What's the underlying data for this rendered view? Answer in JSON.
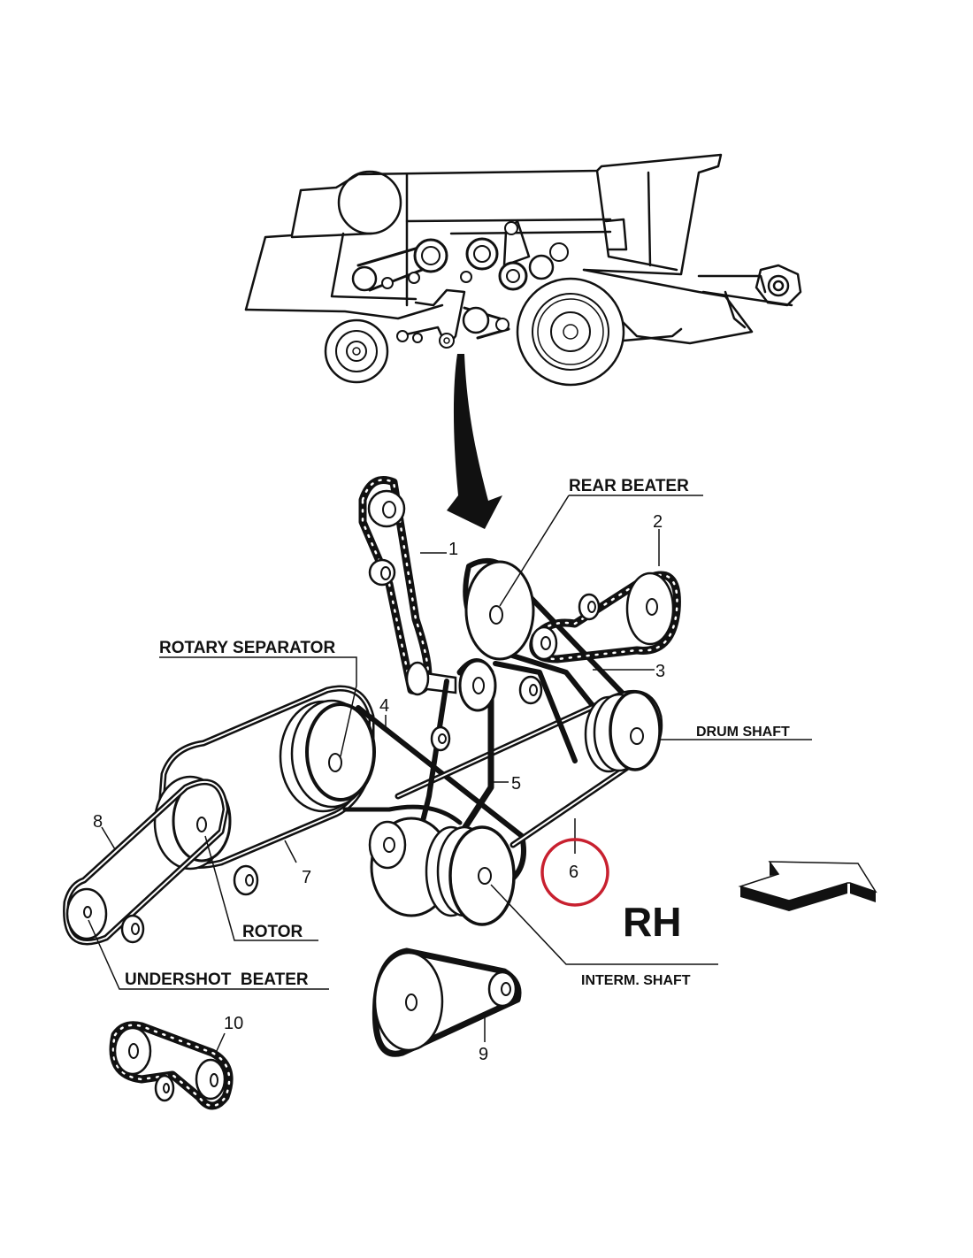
{
  "diagram": {
    "title": "Combine belt drive layout",
    "side_label": "RH",
    "highlight": {
      "item": "6",
      "color": "#c8202f"
    },
    "shaft_labels": {
      "rear_beater": "REAR BEATER",
      "rotary_separator": "ROTARY SEPARATOR",
      "drum_shaft": "DRUM SHAFT",
      "rotor": "ROTOR",
      "interm_shaft": "INTERM. SHAFT",
      "undershot_beater": "UNDERSHOT  BEATER"
    },
    "callouts": [
      "1",
      "2",
      "3",
      "4",
      "5",
      "6",
      "7",
      "8",
      "9",
      "10"
    ],
    "icons": {
      "overview": "combine-harvester-outline",
      "pointer": "curved-arrow-down",
      "direction": "3d-arrow-right"
    }
  }
}
